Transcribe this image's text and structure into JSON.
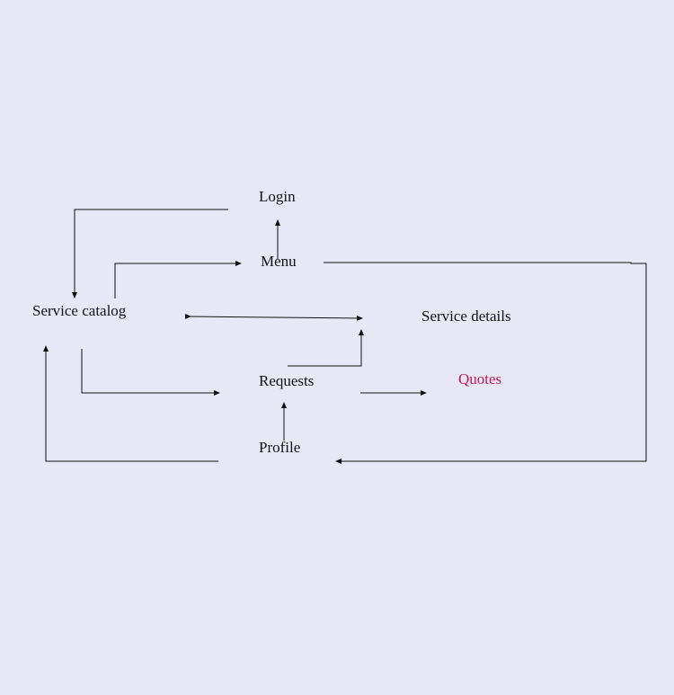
{
  "diagram": {
    "nodes": {
      "login": "Login",
      "menu": "Menu",
      "service_catalog": "Service catalog",
      "service_details": "Service details",
      "requests": "Requests",
      "quotes": "Quotes",
      "profile": "Profile"
    },
    "edges": [
      {
        "from": "login",
        "to": "service_catalog"
      },
      {
        "from": "menu",
        "to": "login"
      },
      {
        "from": "service_catalog",
        "to": "menu"
      },
      {
        "from": "menu",
        "to": "profile"
      },
      {
        "from": "service_catalog",
        "to": "service_details"
      },
      {
        "from": "service_details",
        "to": "service_catalog"
      },
      {
        "from": "requests",
        "to": "service_details"
      },
      {
        "from": "service_catalog",
        "to": "requests"
      },
      {
        "from": "requests",
        "to": "quotes"
      },
      {
        "from": "profile",
        "to": "requests"
      },
      {
        "from": "profile",
        "to": "service_catalog"
      }
    ],
    "colors": {
      "background": "#e6e8f6",
      "edge": "#111111",
      "highlight": "#c8174f"
    }
  }
}
